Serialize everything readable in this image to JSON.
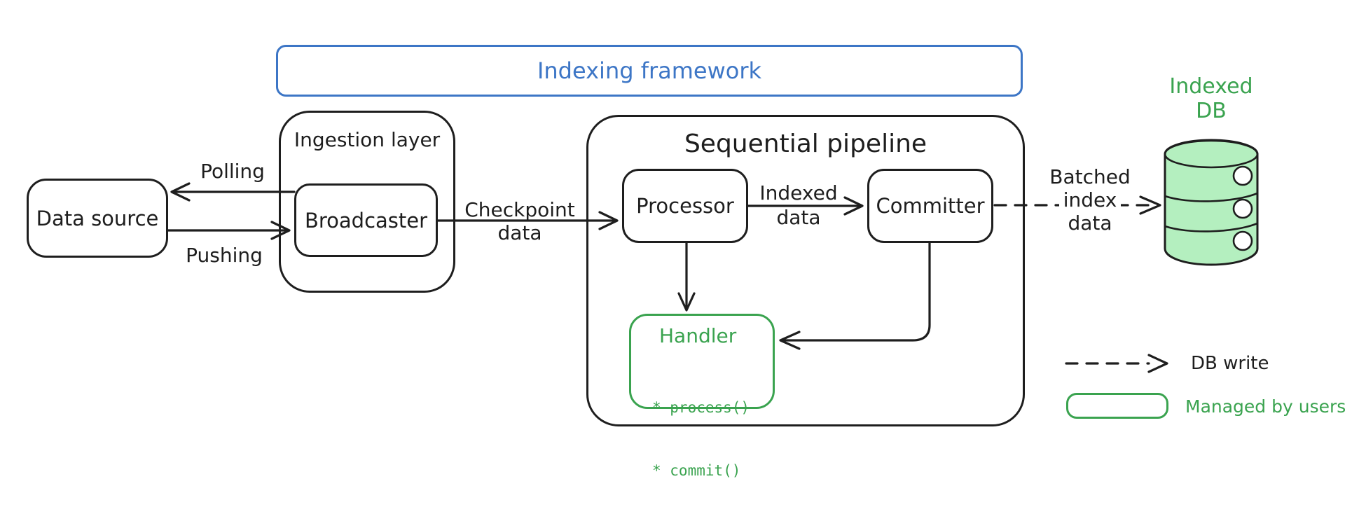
{
  "colors": {
    "stroke": "#1e1e1e",
    "blue": "#3d76c6",
    "green": "#3aa34f",
    "green-fill": "#b4efbf",
    "canvas": "#ffffff"
  },
  "frame": {
    "title": "Indexing framework"
  },
  "nodes": {
    "data_source": {
      "label": "Data source"
    },
    "ingestion": {
      "label": "Ingestion layer"
    },
    "broadcaster": {
      "label": "Broadcaster"
    },
    "pipeline": {
      "label": "Sequential pipeline"
    },
    "processor": {
      "label": "Processor"
    },
    "committer": {
      "label": "Committer"
    },
    "handler": {
      "title": "Handler",
      "methods": [
        "* process()",
        "* commit()"
      ]
    },
    "indexed_db": {
      "line1": "Indexed",
      "line2": "DB"
    }
  },
  "edges": {
    "polling": {
      "label": "Polling"
    },
    "pushing": {
      "label": "Pushing"
    },
    "checkpoint": {
      "line1": "Checkpoint",
      "line2": "data"
    },
    "indexed_data": {
      "line1": "Indexed",
      "line2": "data"
    },
    "batched_index": {
      "line1": "Batched",
      "line2": "index",
      "line3": "data"
    }
  },
  "legend": {
    "db_write": {
      "label": "DB write"
    },
    "managed_by_users": {
      "label": "Managed by users"
    }
  }
}
